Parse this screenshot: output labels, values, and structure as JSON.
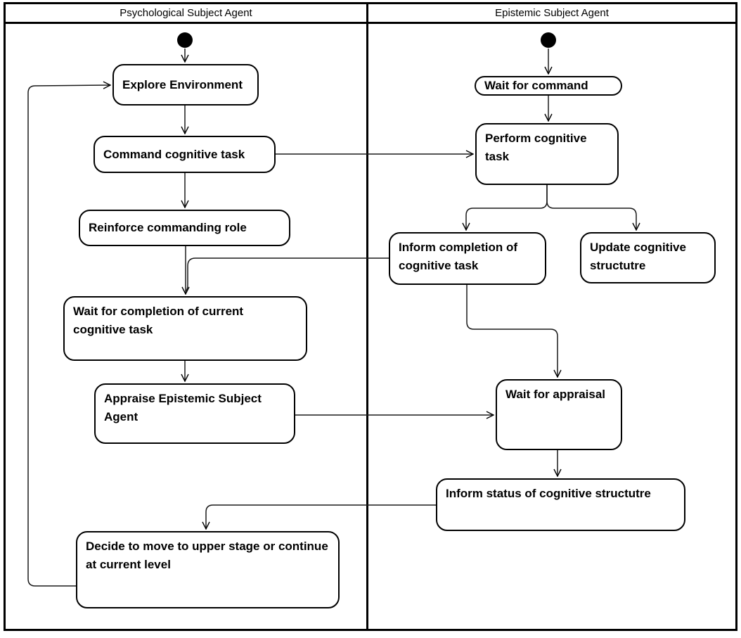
{
  "colors": {
    "line": "#000000",
    "background": "#ffffff"
  },
  "lanes": [
    {
      "title": "Psychological Subject Agent"
    },
    {
      "title": "Epistemic Subject Agent"
    }
  ],
  "nodes": {
    "explore": {
      "lane": "Psychological Subject Agent",
      "label": "Explore Environment"
    },
    "command": {
      "lane": "Psychological Subject Agent",
      "label": "Command cognitive task"
    },
    "reinforce": {
      "lane": "Psychological Subject Agent",
      "label": "Reinforce commanding role"
    },
    "wait_completion": {
      "lane": "Psychological Subject Agent",
      "label": "Wait for completion of current cognitive task"
    },
    "appraise": {
      "lane": "Psychological Subject Agent",
      "label": "Appraise Epistemic Subject Agent"
    },
    "decide": {
      "lane": "Psychological Subject Agent",
      "label": "Decide to move to upper stage or continue at current level"
    },
    "wait_command": {
      "lane": "Epistemic Subject Agent",
      "label": "Wait for command"
    },
    "perform": {
      "lane": "Epistemic Subject Agent",
      "label": "Perform cognitive task"
    },
    "inform_completion": {
      "lane": "Epistemic Subject Agent",
      "label": "Inform completion of cognitive task"
    },
    "update_structure": {
      "lane": "Epistemic Subject Agent",
      "label": "Update cognitive structutre"
    },
    "wait_appraisal": {
      "lane": "Epistemic Subject Agent",
      "label": "Wait for appraisal"
    },
    "inform_status": {
      "lane": "Epistemic Subject Agent",
      "label": "Inform status of cognitive structutre"
    }
  },
  "edges": [
    {
      "from": "initial-psychological",
      "to": "explore"
    },
    {
      "from": "explore",
      "to": "command"
    },
    {
      "from": "command",
      "to": "perform"
    },
    {
      "from": "command",
      "to": "reinforce"
    },
    {
      "from": "reinforce",
      "to": "wait_completion"
    },
    {
      "from": "inform_completion",
      "to": "wait_completion"
    },
    {
      "from": "wait_completion",
      "to": "appraise"
    },
    {
      "from": "appraise",
      "to": "wait_appraisal"
    },
    {
      "from": "initial-epistemic",
      "to": "wait_command"
    },
    {
      "from": "wait_command",
      "to": "perform"
    },
    {
      "from": "perform",
      "to": "inform_completion"
    },
    {
      "from": "perform",
      "to": "update_structure"
    },
    {
      "from": "inform_completion",
      "to": "wait_appraisal"
    },
    {
      "from": "wait_appraisal",
      "to": "inform_status"
    },
    {
      "from": "inform_status",
      "to": "decide"
    },
    {
      "from": "decide",
      "to": "explore"
    }
  ]
}
